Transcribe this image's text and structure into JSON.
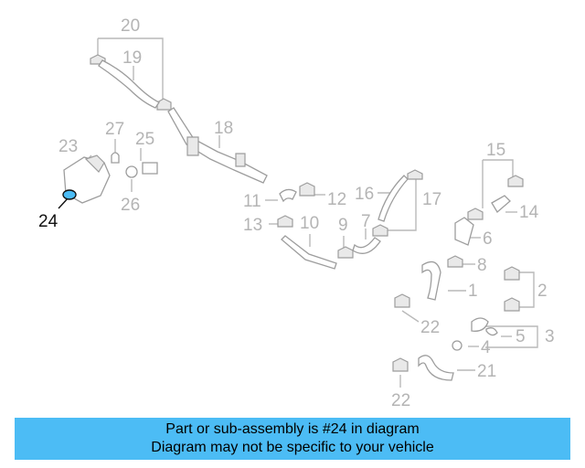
{
  "callouts": [
    {
      "id": "20a",
      "text": "20"
    },
    {
      "id": "19",
      "text": "19"
    },
    {
      "id": "18",
      "text": "18"
    },
    {
      "id": "27",
      "text": "27"
    },
    {
      "id": "23",
      "text": "23"
    },
    {
      "id": "25",
      "text": "25"
    },
    {
      "id": "26",
      "text": "26"
    },
    {
      "id": "24",
      "text": "24"
    },
    {
      "id": "15",
      "text": "15"
    },
    {
      "id": "14",
      "text": "14"
    },
    {
      "id": "17",
      "text": "17"
    },
    {
      "id": "16",
      "text": "16"
    },
    {
      "id": "11",
      "text": "11"
    },
    {
      "id": "12",
      "text": "12"
    },
    {
      "id": "13",
      "text": "13"
    },
    {
      "id": "10",
      "text": "10"
    },
    {
      "id": "9",
      "text": "9"
    },
    {
      "id": "7",
      "text": "7"
    },
    {
      "id": "6",
      "text": "6"
    },
    {
      "id": "8",
      "text": "8"
    },
    {
      "id": "2",
      "text": "2"
    },
    {
      "id": "1",
      "text": "1"
    },
    {
      "id": "22a",
      "text": "22"
    },
    {
      "id": "5",
      "text": "5"
    },
    {
      "id": "3",
      "text": "3"
    },
    {
      "id": "4",
      "text": "4"
    },
    {
      "id": "21",
      "text": "21"
    },
    {
      "id": "22b",
      "text": "22"
    }
  ],
  "highlight_part": "24",
  "highlight_color": "#4cbcf5",
  "banner": {
    "line1": "Part or sub-assembly is #24 in diagram",
    "line2": "Diagram may not be specific to your vehicle",
    "background": "#4cbcf5"
  }
}
